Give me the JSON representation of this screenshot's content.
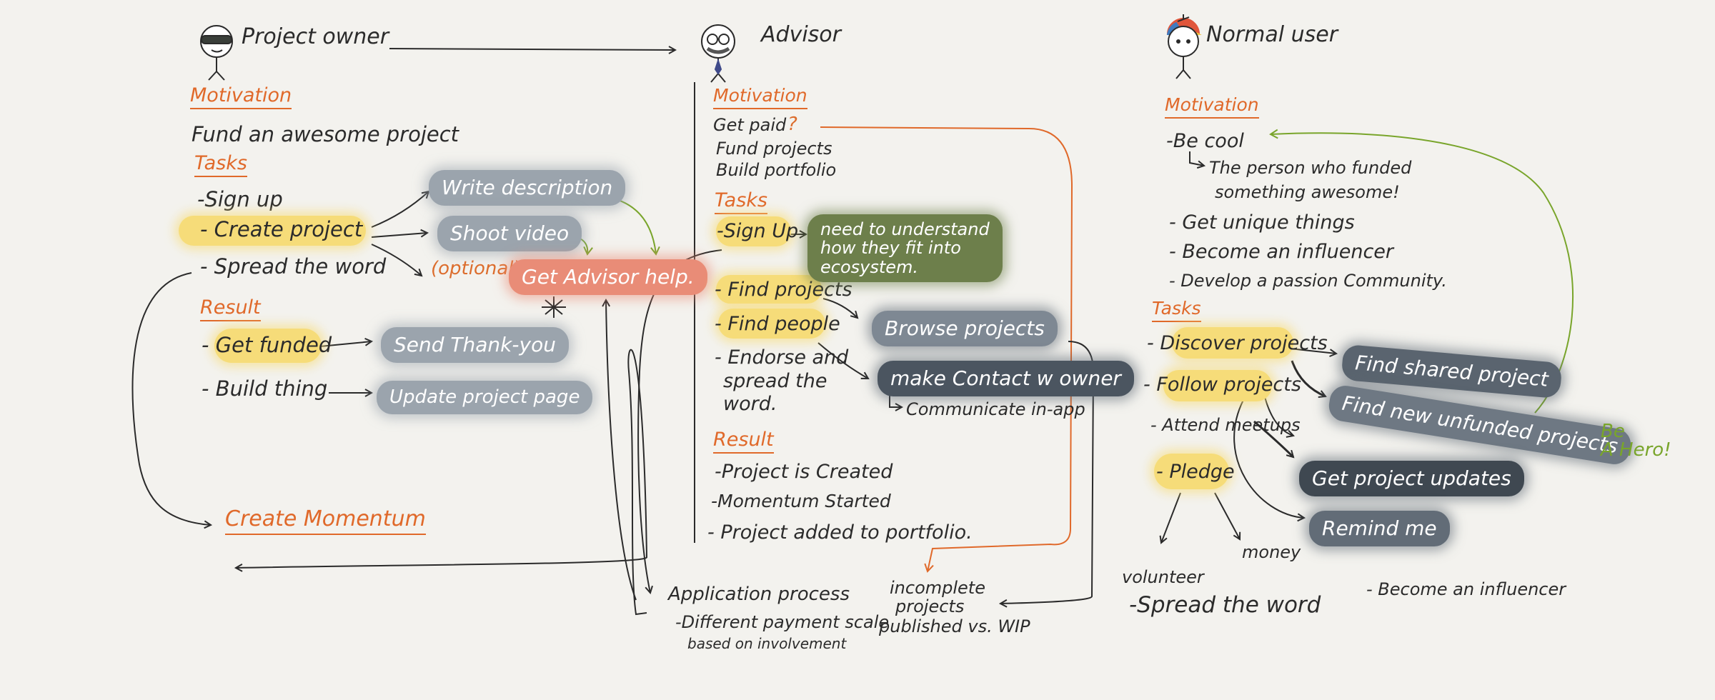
{
  "personas": {
    "owner": "Project owner",
    "advisor": "Advisor",
    "user": "Normal user"
  },
  "owner": {
    "motivation_heading": "Motivation",
    "motivation": "Fund an awesome project",
    "tasks_heading": "Tasks",
    "tasks": [
      "-Sign up",
      "- Create project",
      "- Spread the word"
    ],
    "create_project_outcomes": [
      "Write description",
      "Shoot video"
    ],
    "optional_label": "(optional)",
    "advisor_help": "Get Advisor help.",
    "result_heading": "Result",
    "results": [
      "- Get funded",
      "- Build thing"
    ],
    "result_outcomes": [
      "Send Thank-you",
      "Update project page"
    ],
    "create_momentum": "Create Momentum"
  },
  "advisor": {
    "motivation_heading": "Motivation",
    "motivation_lines": [
      "Get paid",
      "?",
      "Fund projects",
      "Build portfolio"
    ],
    "tasks_heading": "Tasks",
    "tasks": [
      "-Sign Up",
      "- Find projects",
      "- Find people",
      "- Endorse and",
      "spread the",
      "word."
    ],
    "ecosystem_note": [
      "need to understand",
      "how they fit into",
      "ecosystem."
    ],
    "outcomes": [
      "Browse projects",
      "make Contact w owner"
    ],
    "communicate": "Communicate in-app",
    "result_heading": "Result",
    "results": [
      "-Project is Created",
      "-Momentum Started",
      "- Project added to portfolio."
    ],
    "application": [
      "Application process",
      "-Different payment scale",
      "based on involvement"
    ],
    "incomplete": [
      "incomplete",
      "projects",
      "published vs. WIP"
    ]
  },
  "user": {
    "motivation_heading": "Motivation",
    "motivation": [
      "-Be cool",
      "The person who funded",
      "something awesome!",
      "- Get unique things",
      "- Become an influencer",
      "- Develop a passion Community."
    ],
    "tasks_heading": "Tasks",
    "tasks": [
      "- Discover projects",
      "- Follow projects",
      "- Attend meetups",
      "- Pledge"
    ],
    "outcomes": [
      "Find shared project",
      "Find new unfunded projects",
      "Get project updates",
      "Remind me"
    ],
    "be_hero": [
      "Be",
      "A Hero!"
    ],
    "pledge_types": [
      "volunteer",
      "money"
    ],
    "spread": "-Spread the word",
    "influencer": "- Become an influencer"
  },
  "colors": {
    "orange": "#e0692a",
    "green": "#79a52b",
    "highlight": "#f6dc79",
    "ink": "#2b2b2b",
    "background": "#f3f2ee"
  }
}
